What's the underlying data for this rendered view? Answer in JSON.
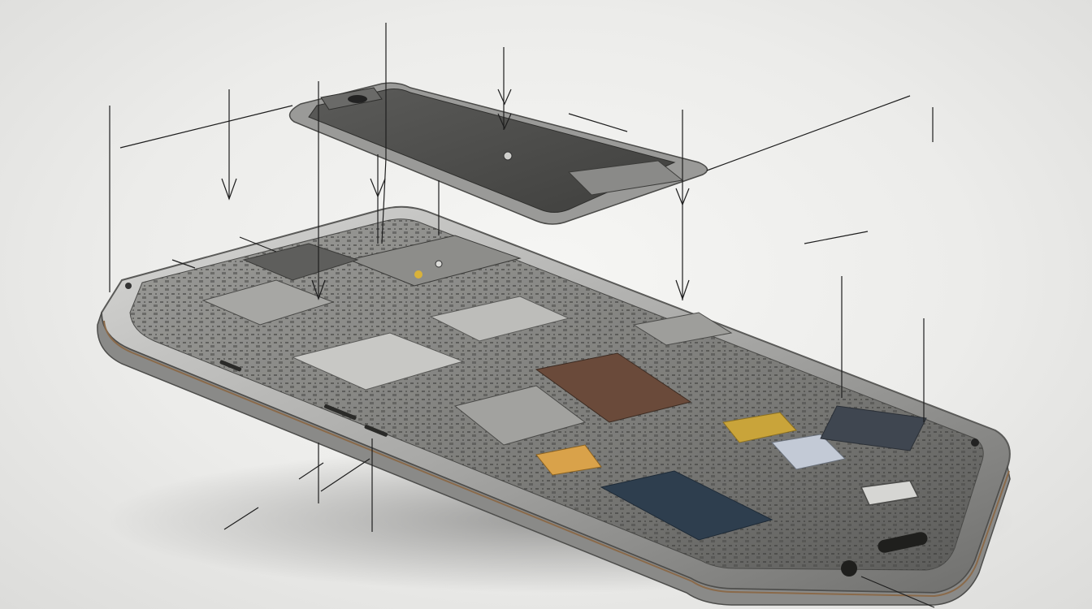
{
  "diagram": {
    "callouts": [
      {
        "id": "top-center",
        "text": [
          "",
          "",
          ""
        ]
      },
      {
        "id": "top-right-center",
        "text": [
          "",
          ""
        ]
      },
      {
        "id": "upper-left-1",
        "text": [
          ""
        ]
      },
      {
        "id": "upper-left-2",
        "text": [
          ""
        ]
      },
      {
        "id": "far-left",
        "text": [
          "",
          "",
          ""
        ]
      },
      {
        "id": "mid-top",
        "text": [
          ""
        ]
      },
      {
        "id": "right-upper",
        "text": [
          "",
          ""
        ]
      },
      {
        "id": "far-right",
        "text": [
          "",
          ""
        ]
      },
      {
        "id": "right-mid-1",
        "text": [
          ""
        ]
      },
      {
        "id": "right-mid-2",
        "text": [
          "",
          ""
        ]
      },
      {
        "id": "right-mid-3",
        "text": [
          "",
          ""
        ]
      },
      {
        "id": "left-lower",
        "text": [
          "",
          "",
          ""
        ]
      },
      {
        "id": "left-bottom",
        "text": [
          "",
          ""
        ]
      }
    ]
  }
}
